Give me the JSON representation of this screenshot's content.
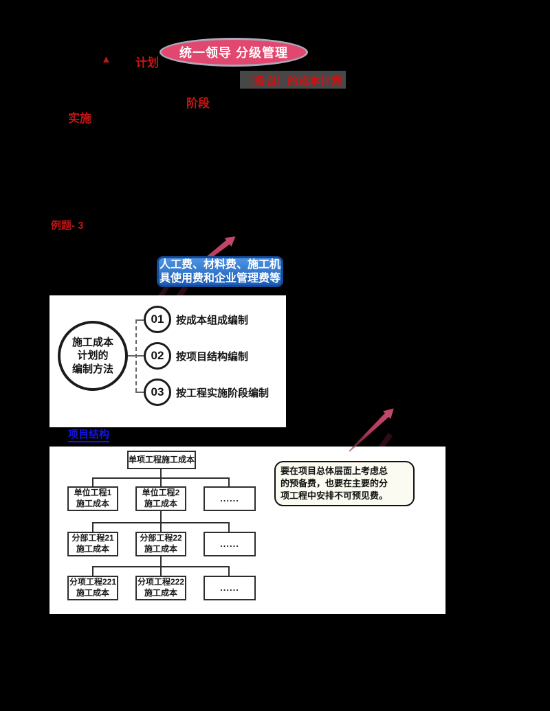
{
  "banner": {
    "label": "统一领导 分级管理"
  },
  "annotations": {
    "marker_triangle": "▲",
    "keyword_plan": "计划",
    "keyword_stage": "阶段",
    "keyword_impl": "实施",
    "example_label": "例题- 3",
    "cost_plan_note": "（各自）的成本计划",
    "blue_link": "项目结构"
  },
  "cost_callout": {
    "line1": "人工费、材料费、施工机",
    "line2": "具使用费和企业管理费等"
  },
  "method_diagram": {
    "hub_line1": "施工成本",
    "hub_line2": "计划的",
    "hub_line3": "编制方法",
    "items": [
      {
        "num": "01",
        "label": "按成本组成编制"
      },
      {
        "num": "02",
        "label": "按项目结构编制"
      },
      {
        "num": "03",
        "label": "按工程实施阶段编制"
      }
    ]
  },
  "tree_diagram": {
    "root": "单项工程施工成本",
    "rows": [
      [
        {
          "l1": "单位工程1",
          "l2": "施工成本"
        },
        {
          "l1": "单位工程2",
          "l2": "施工成本"
        },
        {
          "l1": "......",
          "l2": ""
        }
      ],
      [
        {
          "l1": "分部工程21",
          "l2": "施工成本"
        },
        {
          "l1": "分部工程22",
          "l2": "施工成本"
        },
        {
          "l1": "......",
          "l2": ""
        }
      ],
      [
        {
          "l1": "分项工程221",
          "l2": "施工成本"
        },
        {
          "l1": "分项工程222",
          "l2": "施工成本"
        },
        {
          "l1": "......",
          "l2": ""
        }
      ]
    ],
    "note": [
      "要在项目总体层面上考虑总",
      "的预备费，也要在主要的分",
      "项工程中安排不可预见费。"
    ]
  },
  "colors": {
    "banner_fill": "#e2486f",
    "callout_blue": "#1c5cb4",
    "arrow_red": "#b23a5a",
    "highlight_red": "#c31515",
    "link_blue": "#1414e6"
  }
}
